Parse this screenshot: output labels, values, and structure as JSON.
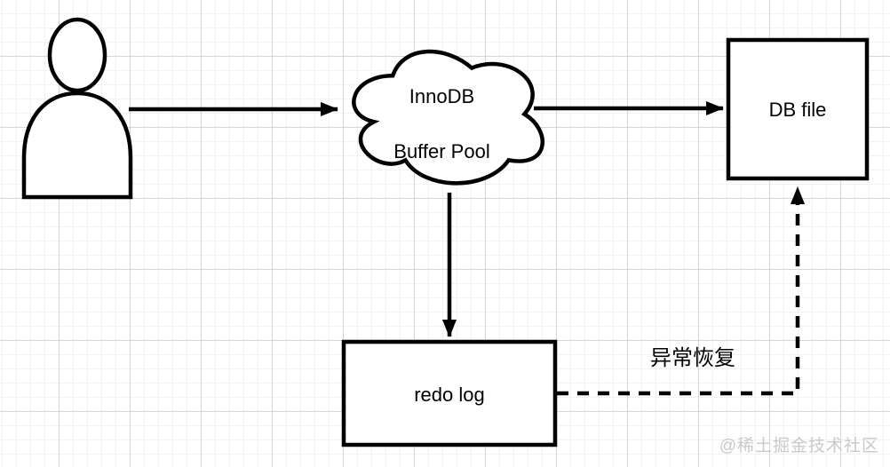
{
  "diagram": {
    "nodes": {
      "user": {
        "icon": "person-icon"
      },
      "buffer_pool": {
        "label_line1": "InnoDB",
        "label_line2": "Buffer Pool"
      },
      "db_file": {
        "label": "DB file"
      },
      "redo_log": {
        "label": "redo log"
      }
    },
    "edges": {
      "user_to_buffer_pool": {
        "type": "solid-arrow"
      },
      "buffer_pool_to_db_file": {
        "type": "solid-arrow"
      },
      "buffer_pool_to_redo_log": {
        "type": "solid-arrow"
      },
      "redo_log_to_db_file": {
        "type": "dashed-arrow",
        "label": "异常恢复"
      }
    },
    "watermark": "@稀土掘金技术社区"
  },
  "colors": {
    "stroke": "#000000",
    "text": "#000000",
    "background": "#ffffff",
    "grid_major": "#d6d6d6",
    "grid_minor": "#f3f1f1",
    "watermark": "#c9c9c9"
  }
}
